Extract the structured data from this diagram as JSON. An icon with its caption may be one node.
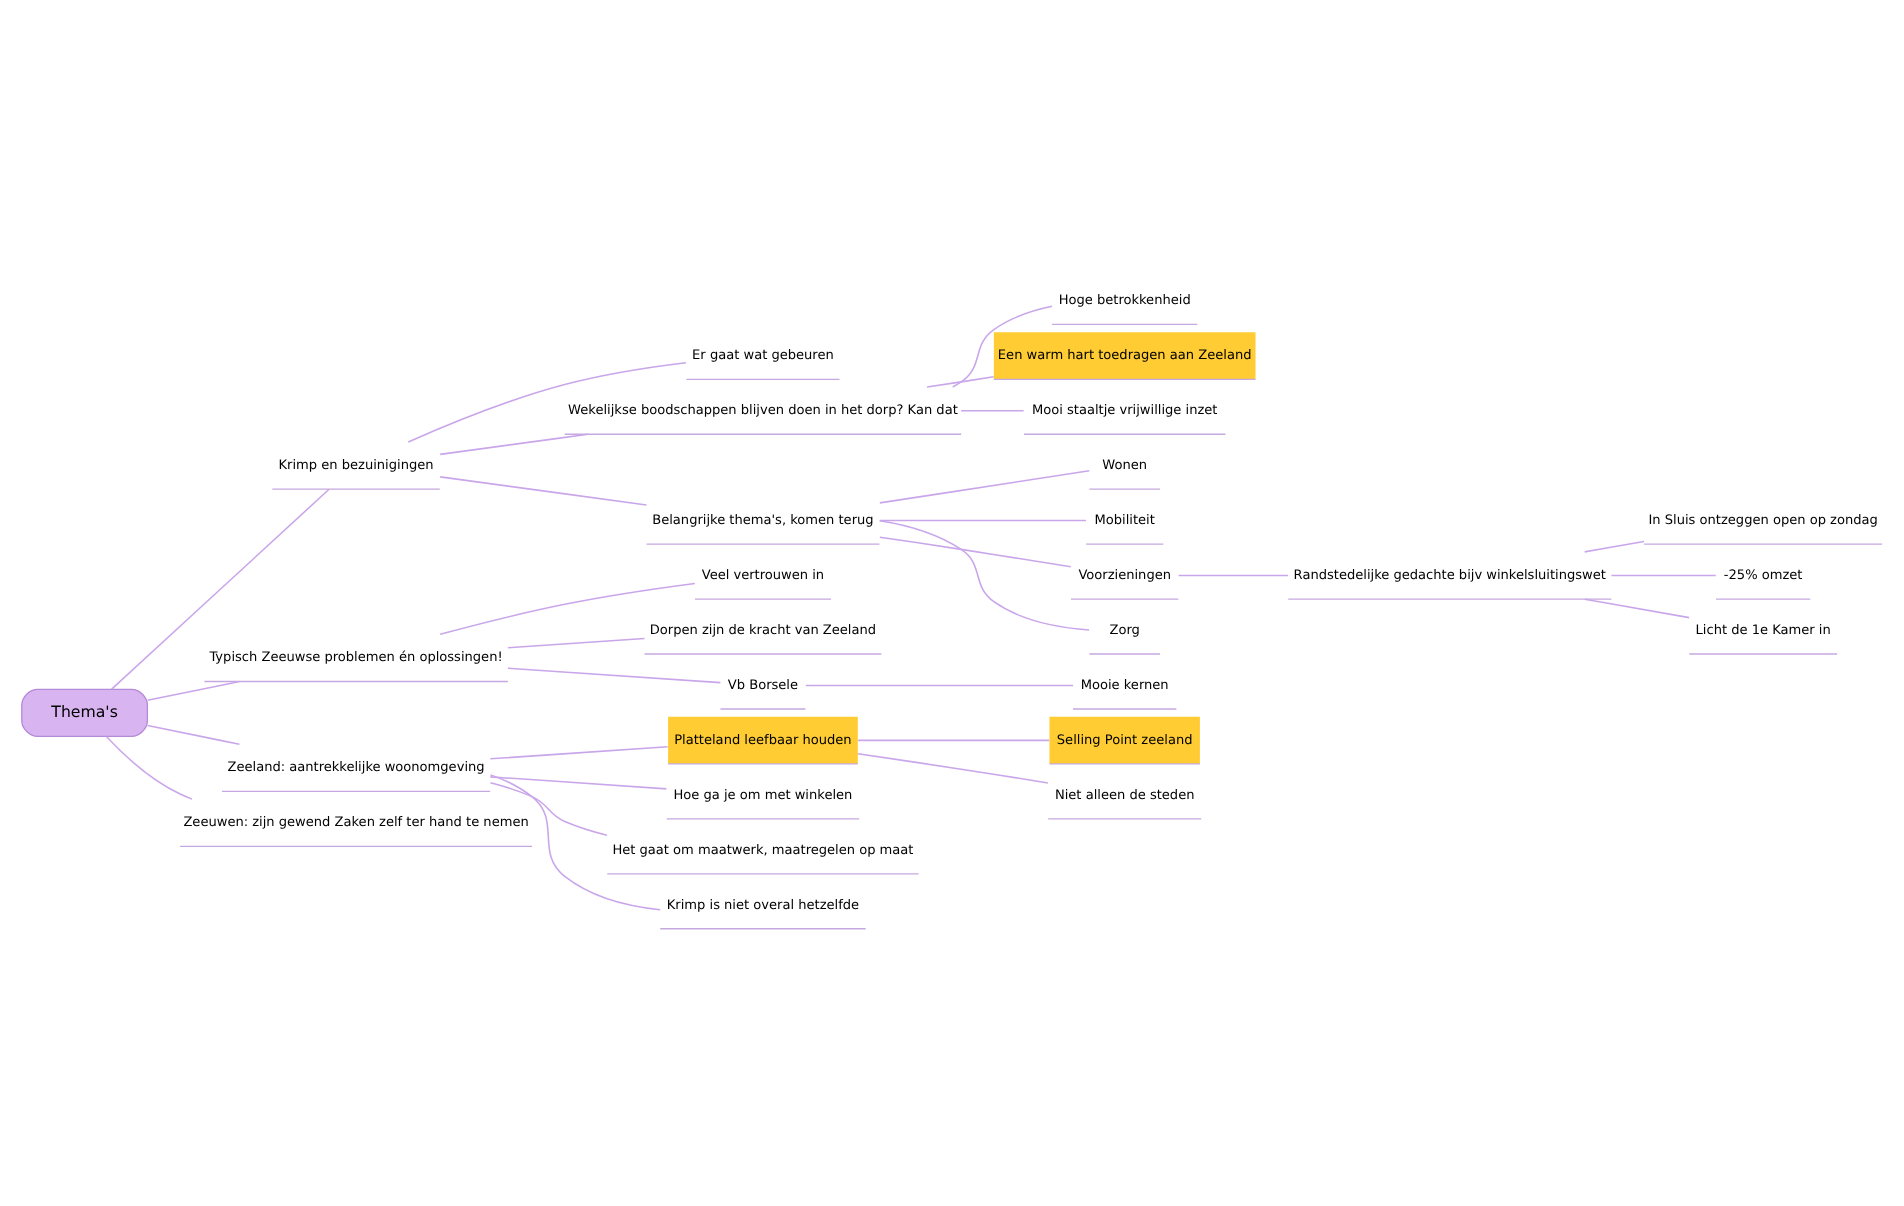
{
  "diagram": {
    "nodes": [
      {
        "text": [
          "Thema's"
        ]
      },
      {
        "text": [
          "Krimp en bezuinigingen"
        ]
      },
      {
        "text": [
          "Er gaat wat gebeuren"
        ]
      },
      {
        "text": [
          "Wekelijkse boodschappen blijven doen in het dorp? Kan dat"
        ]
      },
      {
        "text": [
          "Hoge betrokkenheid"
        ]
      },
      {
        "text": [
          "Een warm hart toedragen aan Zeeland"
        ]
      },
      {
        "text": [
          "Mooi staaltje vrijwillige inzet"
        ]
      },
      {
        "text": [
          "Belangrijke thema's, komen terug"
        ]
      },
      {
        "text": [
          "Wonen"
        ]
      },
      {
        "text": [
          "Mobiliteit"
        ]
      },
      {
        "text": [
          "Voorzieningen"
        ]
      },
      {
        "text": [
          "Randstedelijke gedachte bijv winkelsluitingswet"
        ]
      },
      {
        "text": [
          "In Sluis ontzeggen open op zondag"
        ]
      },
      {
        "text": [
          "-25% omzet"
        ]
      },
      {
        "text": [
          "Licht de 1e Kamer in"
        ]
      },
      {
        "text": [
          "Zorg"
        ]
      },
      {
        "text": [
          "Typisch Zeeuwse problemen én oplossingen!"
        ]
      },
      {
        "text": [
          "Veel vertrouwen in"
        ]
      },
      {
        "text": [
          "Dorpen zijn de kracht van Zeeland"
        ]
      },
      {
        "text": [
          "Vb Borsele"
        ]
      },
      {
        "text": [
          "Mooie kernen"
        ]
      },
      {
        "text": [
          "Zeeland: aantrekkelijke woonomgeving"
        ]
      },
      {
        "text": [
          "Platteland leefbaar houden"
        ]
      },
      {
        "text": [
          "Selling Point zeeland"
        ]
      },
      {
        "text": [
          "Niet alleen de steden"
        ]
      },
      {
        "text": [
          "Hoe ga je om met winkelen"
        ]
      },
      {
        "text": [
          "Het gaat om maatwerk, maatregelen op maat"
        ]
      },
      {
        "text": [
          "Krimp is niet overal hetzelfde"
        ]
      },
      {
        "text": [
          "Zeeuwen: zijn gewend Zaken zelf ter hand te nemen"
        ]
      }
    ],
    "edges": [
      {
        "from": 0,
        "to": 1,
        "arrow": "none"
      },
      {
        "from": 1,
        "to": 2,
        "arrow": "none"
      },
      {
        "from": 1,
        "to": 3,
        "arrow": "none"
      },
      {
        "from": 3,
        "to": 4,
        "arrow": "none"
      },
      {
        "from": 3,
        "to": 5,
        "arrow": "none"
      },
      {
        "from": 3,
        "to": 6,
        "arrow": "none"
      },
      {
        "from": 1,
        "to": 7,
        "arrow": "none"
      },
      {
        "from": 7,
        "to": 8,
        "arrow": "none"
      },
      {
        "from": 7,
        "to": 9,
        "arrow": "none"
      },
      {
        "from": 7,
        "to": 10,
        "arrow": "none"
      },
      {
        "from": 10,
        "to": 11,
        "arrow": "none"
      },
      {
        "from": 11,
        "to": 12,
        "arrow": "none"
      },
      {
        "from": 11,
        "to": 13,
        "arrow": "none"
      },
      {
        "from": 11,
        "to": 14,
        "arrow": "none"
      },
      {
        "from": 7,
        "to": 15,
        "arrow": "none"
      },
      {
        "from": 0,
        "to": 16,
        "arrow": "none"
      },
      {
        "from": 16,
        "to": 17,
        "arrow": "none"
      },
      {
        "from": 16,
        "to": 18,
        "arrow": "none"
      },
      {
        "from": 16,
        "to": 19,
        "arrow": "none"
      },
      {
        "from": 19,
        "to": 20,
        "arrow": "none"
      },
      {
        "from": 0,
        "to": 21,
        "arrow": "none"
      },
      {
        "from": 21,
        "to": 22,
        "arrow": "none"
      },
      {
        "from": 22,
        "to": 23,
        "arrow": "none"
      },
      {
        "from": 22,
        "to": 24,
        "arrow": "none"
      },
      {
        "from": 21,
        "to": 25,
        "arrow": "none"
      },
      {
        "from": 21,
        "to": 26,
        "arrow": "none"
      },
      {
        "from": 21,
        "to": 27,
        "arrow": "none"
      },
      {
        "from": 0,
        "to": 28,
        "arrow": "none"
      }
    ]
  }
}
